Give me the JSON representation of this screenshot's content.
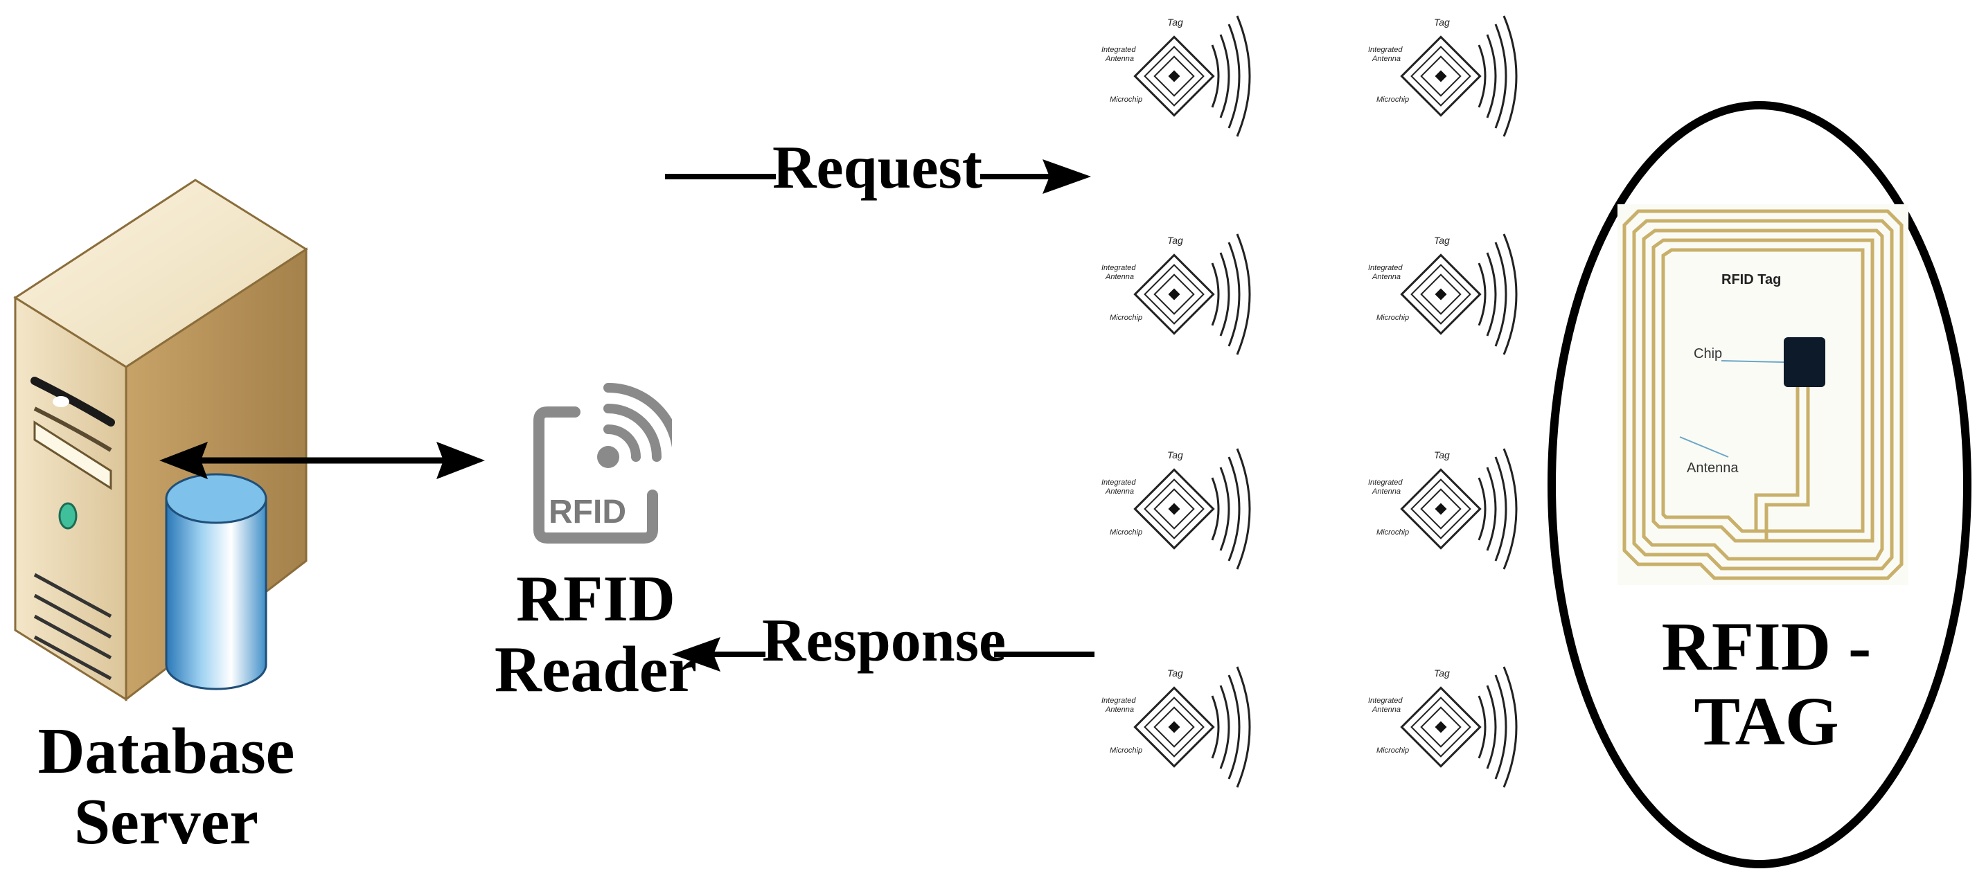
{
  "labels": {
    "database_server_line1": "Database",
    "database_server_line2": "Server",
    "rfid_reader_line1": "RFID",
    "rfid_reader_line2": "Reader",
    "rfid_tag_line1": "RFID -",
    "rfid_tag_line2": "TAG",
    "request": "Request",
    "response": "Response",
    "reader_icon_text": "RFID"
  },
  "small_tag": {
    "title": "Tag",
    "antenna_line1": "Integrated",
    "antenna_line2": "Antenna",
    "chip": "Microchip"
  },
  "small_tags_count_note": "",
  "large_tag": {
    "title": "RFID Tag",
    "chip": "Chip",
    "antenna": "Antenna"
  },
  "colors": {
    "server_body": "#e8d6b0",
    "server_side": "#c9a96f",
    "cylinder": "#4aa0d6",
    "antenna_gold": "#c9b06a",
    "reader_gray": "#8a8a8a"
  }
}
